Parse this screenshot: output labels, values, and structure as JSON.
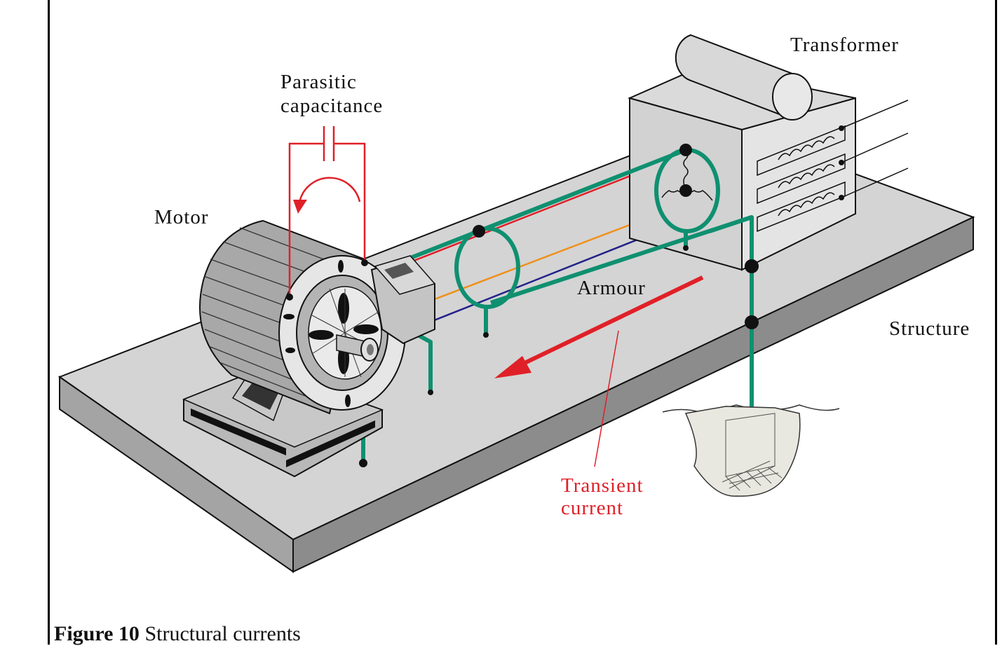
{
  "labels": {
    "transformer": "Transformer",
    "parasitic_line1": "Parasitic",
    "parasitic_line2": "capacitance",
    "motor": "Motor",
    "armour": "Armour",
    "structure": "Structure",
    "transient_line1": "Transient",
    "transient_line2": "current"
  },
  "caption": {
    "number": "Figure 10",
    "text": "Structural currents"
  },
  "colors": {
    "earth_conductor": "#0f9070",
    "phase_red": "#e02028",
    "phase_orange": "#f0901a",
    "phase_blue": "#22228a",
    "slab_top": "#d4d4d4",
    "slab_side": "#9a9a9a"
  }
}
